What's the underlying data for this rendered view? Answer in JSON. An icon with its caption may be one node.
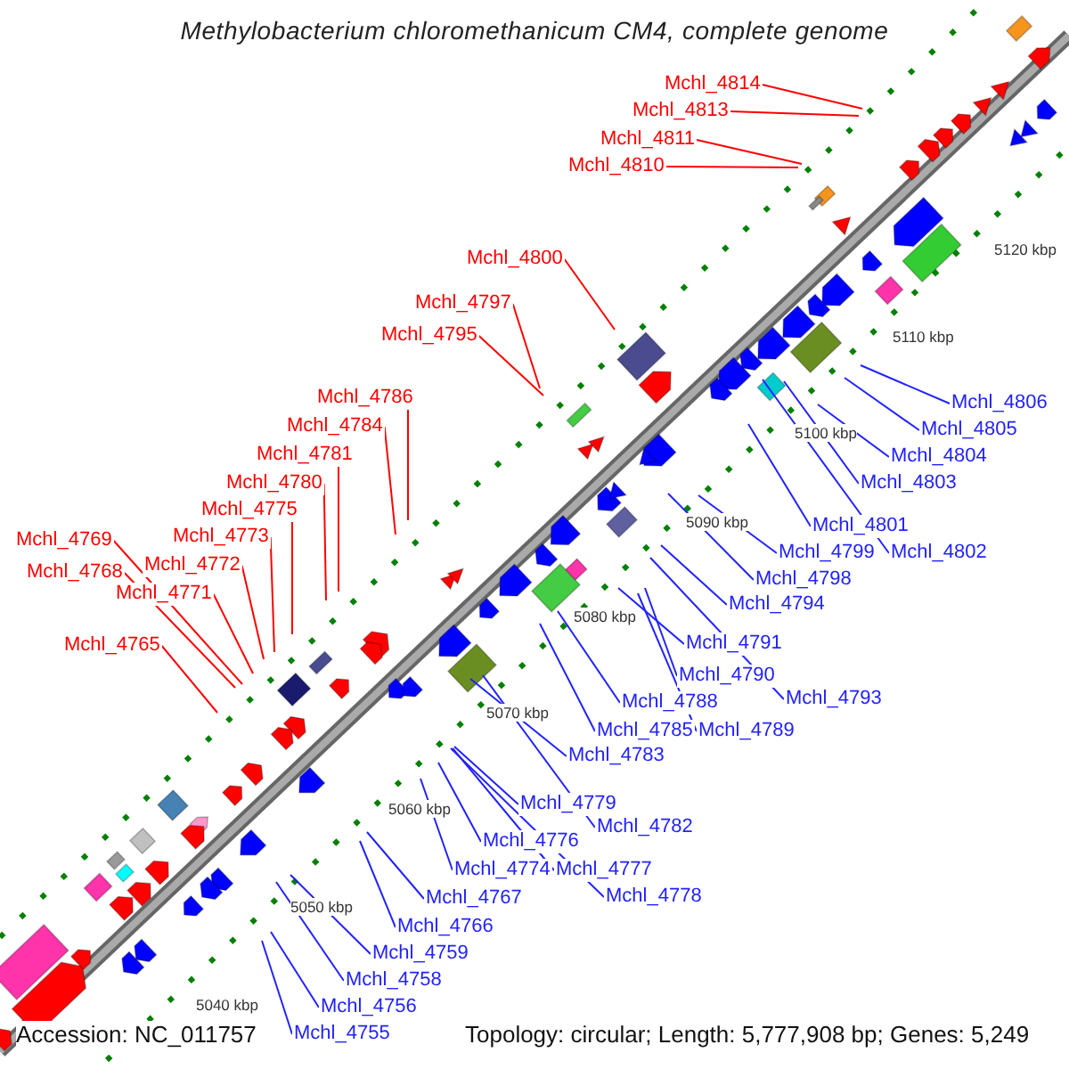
{
  "diagram": {
    "title": "Methylobacterium chloromethanicum CM4, complete genome",
    "nodes": [
      {
        "text": [
          "Mchl_4814"
        ]
      },
      {
        "text": [
          "Mchl_4813"
        ]
      },
      {
        "text": [
          "Mchl_4811"
        ]
      },
      {
        "text": [
          "Mchl_4810"
        ]
      },
      {
        "text": [
          "Mchl_4800"
        ]
      },
      {
        "text": [
          "Mchl_4797"
        ]
      },
      {
        "text": [
          "Mchl_4795"
        ]
      },
      {
        "text": [
          "Mchl_4786"
        ]
      },
      {
        "text": [
          "Mchl_4806"
        ]
      },
      {
        "text": [
          "Mchl_4784"
        ]
      },
      {
        "text": [
          "Mchl_4805"
        ]
      },
      {
        "text": [
          "Mchl_4781"
        ]
      },
      {
        "text": [
          "Mchl_4804"
        ]
      },
      {
        "text": [
          "Mchl_4780"
        ]
      },
      {
        "text": [
          "Mchl_4803"
        ]
      },
      {
        "text": [
          "Mchl_4775"
        ]
      },
      {
        "text": [
          "Mchl_4801"
        ]
      },
      {
        "text": [
          "Mchl_4773"
        ]
      },
      {
        "text": [
          "Mchl_4769"
        ]
      },
      {
        "text": [
          "Mchl_4799"
        ]
      },
      {
        "text": [
          "Mchl_4802"
        ]
      },
      {
        "text": [
          "Mchl_4772"
        ]
      },
      {
        "text": [
          "Mchl_4768"
        ]
      },
      {
        "text": [
          "Mchl_4798"
        ]
      },
      {
        "text": [
          "Mchl_4771"
        ]
      },
      {
        "text": [
          "Mchl_4794"
        ]
      },
      {
        "text": [
          "Mchl_4791"
        ]
      },
      {
        "text": [
          "Mchl_4765"
        ]
      },
      {
        "text": [
          "Mchl_4790"
        ]
      },
      {
        "text": [
          "Mchl_4793"
        ]
      },
      {
        "text": [
          "Mchl_4788"
        ]
      },
      {
        "text": [
          "Mchl_4785"
        ]
      },
      {
        "text": [
          "Mchl_4789"
        ]
      },
      {
        "text": [
          "Mchl_4783"
        ]
      },
      {
        "text": [
          "Mchl_4779"
        ]
      },
      {
        "text": [
          "Mchl_4782"
        ]
      },
      {
        "text": [
          "Mchl_4776"
        ]
      },
      {
        "text": [
          "Mchl_4774"
        ]
      },
      {
        "text": [
          "Mchl_4777"
        ]
      },
      {
        "text": [
          "Mchl_4778"
        ]
      },
      {
        "text": [
          "Mchl_4767"
        ]
      },
      {
        "text": [
          "Mchl_4766"
        ]
      },
      {
        "text": [
          "Mchl_4759"
        ]
      },
      {
        "text": [
          "Mchl_4758"
        ]
      },
      {
        "text": [
          "Mchl_4756"
        ]
      },
      {
        "text": [
          "Mchl_4755"
        ]
      }
    ],
    "edges": [
      {
        "from": 0,
        "to": null,
        "arrow": "none",
        "color": "#ff0000"
      },
      {
        "from": 1,
        "to": null,
        "arrow": "none",
        "color": "#ff0000"
      },
      {
        "from": 2,
        "to": null,
        "arrow": "none",
        "color": "#ff0000"
      },
      {
        "from": 3,
        "to": null,
        "arrow": "none",
        "color": "#ff0000"
      },
      {
        "from": 4,
        "to": null,
        "arrow": "none",
        "color": "#ff0000"
      },
      {
        "from": 5,
        "to": null,
        "arrow": "none",
        "color": "#ff0000"
      },
      {
        "from": 6,
        "to": null,
        "arrow": "none",
        "color": "#ff0000"
      },
      {
        "from": 7,
        "to": null,
        "arrow": "none",
        "color": "#ff0000"
      },
      {
        "from": 8,
        "to": null,
        "arrow": "none"
      },
      {
        "from": 9,
        "to": null,
        "arrow": "none",
        "color": "#ff0000"
      },
      {
        "from": 10,
        "to": null,
        "arrow": "none"
      },
      {
        "from": 11,
        "to": null,
        "arrow": "none",
        "color": "#ff0000"
      },
      {
        "from": 12,
        "to": null,
        "arrow": "none"
      },
      {
        "from": 13,
        "to": null,
        "arrow": "none",
        "color": "#ff0000"
      },
      {
        "from": 14,
        "to": null,
        "arrow": "none"
      },
      {
        "from": 15,
        "to": null,
        "arrow": "none",
        "color": "#ff0000"
      },
      {
        "from": 16,
        "to": null,
        "arrow": "none"
      },
      {
        "from": 17,
        "to": null,
        "arrow": "none",
        "color": "#ff0000"
      },
      {
        "from": 18,
        "to": null,
        "arrow": "none",
        "color": "#ff0000"
      },
      {
        "from": 19,
        "to": null,
        "arrow": "none"
      },
      {
        "from": 20,
        "to": null,
        "arrow": "none"
      },
      {
        "from": 21,
        "to": null,
        "arrow": "none",
        "color": "#ff0000"
      },
      {
        "from": 22,
        "to": null,
        "arrow": "none",
        "color": "#ff0000"
      },
      {
        "from": 23,
        "to": null,
        "arrow": "none"
      },
      {
        "from": 24,
        "to": null,
        "arrow": "none",
        "color": "#ff0000"
      },
      {
        "from": 25,
        "to": null,
        "arrow": "none"
      },
      {
        "from": 26,
        "to": null,
        "arrow": "none"
      },
      {
        "from": 27,
        "to": null,
        "arrow": "none",
        "color": "#ff0000"
      },
      {
        "from": 28,
        "to": null,
        "arrow": "none"
      },
      {
        "from": 29,
        "to": null,
        "arrow": "none"
      },
      {
        "from": 30,
        "to": null,
        "arrow": "none"
      },
      {
        "from": 31,
        "to": null,
        "arrow": "none"
      },
      {
        "from": 32,
        "to": null,
        "arrow": "none"
      },
      {
        "from": 33,
        "to": null,
        "arrow": "none"
      },
      {
        "from": 34,
        "to": null,
        "arrow": "none"
      },
      {
        "from": 35,
        "to": null,
        "arrow": "none"
      },
      {
        "from": 36,
        "to": null,
        "arrow": "none"
      },
      {
        "from": 37,
        "to": null,
        "arrow": "none"
      },
      {
        "from": 38,
        "to": null,
        "arrow": "none"
      },
      {
        "from": 39,
        "to": null,
        "arrow": "none"
      },
      {
        "from": 40,
        "to": null,
        "arrow": "none"
      },
      {
        "from": 41,
        "to": null,
        "arrow": "none"
      },
      {
        "from": 42,
        "to": null,
        "arrow": "none"
      },
      {
        "from": 43,
        "to": null,
        "arrow": "none"
      },
      {
        "from": 44,
        "to": null,
        "arrow": "none"
      },
      {
        "from": 45,
        "to": null,
        "arrow": "none"
      }
    ],
    "labels": [
      "5120 kbp",
      "5110 kbp",
      "5100 kbp",
      "5090 kbp",
      "5080 kbp",
      "5070 kbp",
      "5060 kbp",
      "5050 kbp",
      "5040 kbp",
      "Accession: NC_011757",
      "Topology: circular; Length: 5,777,908 bp; Genes: 5,249"
    ]
  }
}
